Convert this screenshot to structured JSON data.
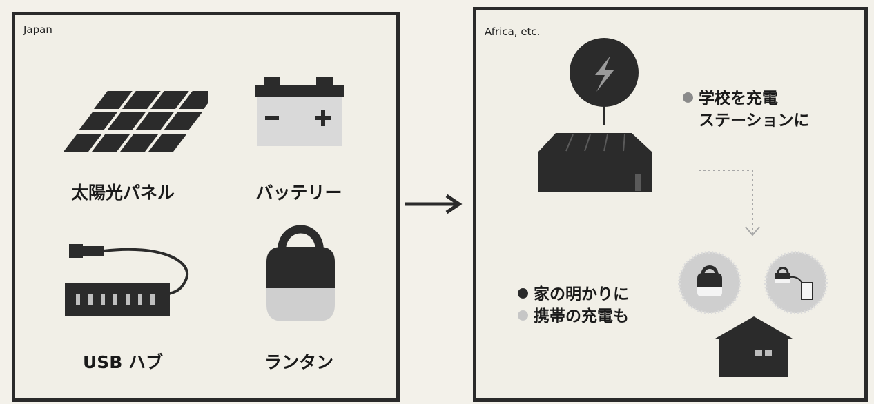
{
  "left_panel": {
    "region": "Japan",
    "items": [
      {
        "label": "太陽光パネル",
        "icon": "solar-panel-icon"
      },
      {
        "label": "バッテリー",
        "icon": "battery-icon"
      },
      {
        "label": "USB ハブ",
        "icon": "usb-hub-icon"
      },
      {
        "label": "ランタン",
        "icon": "lantern-icon"
      }
    ]
  },
  "right_panel": {
    "region": "Africa, etc.",
    "school_note": {
      "line1": "学校を充電",
      "line2": "ステーションに"
    },
    "home_notes": {
      "light": "家の明かりに",
      "phone": "携帯の充電も"
    }
  },
  "colors": {
    "ink": "#2a2a2a",
    "panel_bg": "#f1efe7",
    "battery_body": "#d9d9d9",
    "dot_gray": "#8a8a8a"
  }
}
